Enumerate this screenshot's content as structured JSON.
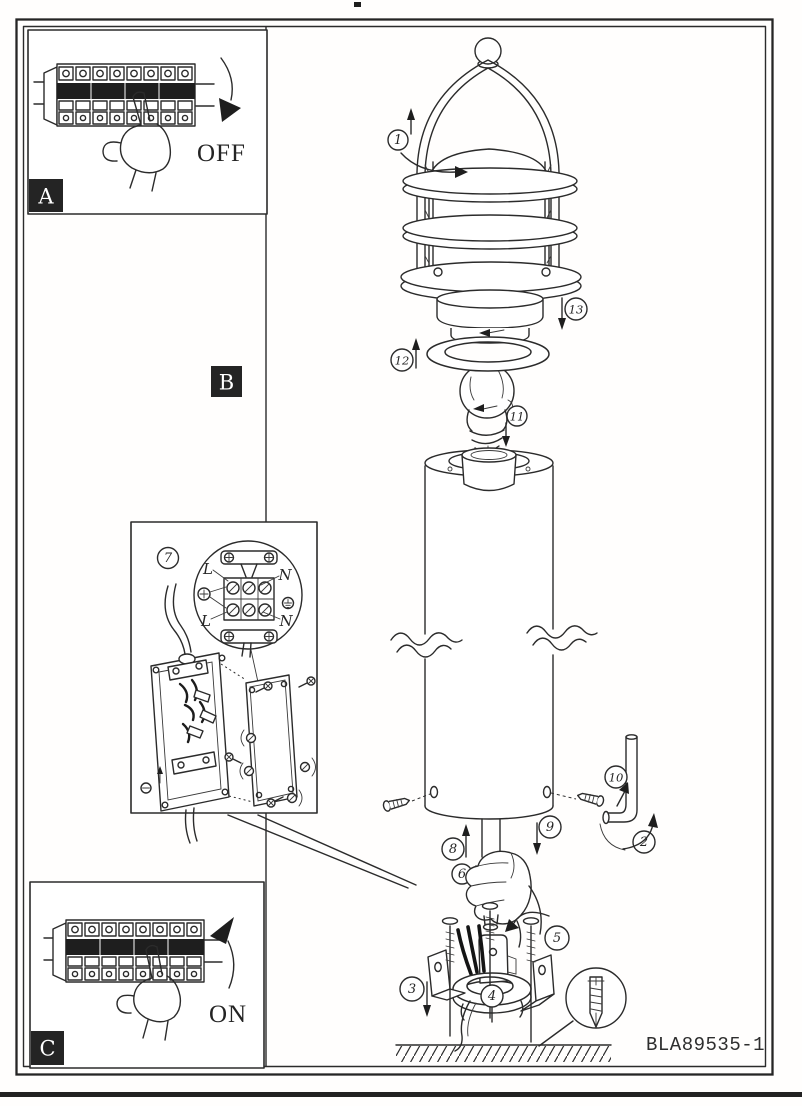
{
  "part_number": "BLA89535-1",
  "panel_a": {
    "label": "A",
    "state_label": "OFF"
  },
  "panel_b": {
    "label": "B"
  },
  "panel_c": {
    "label": "C",
    "state_label": "ON"
  },
  "wiring_inset": {
    "step_label": "7",
    "terminal_labels": {
      "live_top": "L",
      "neutral_top": "N",
      "live_bottom": "L",
      "neutral_bottom": "N"
    }
  },
  "step_markers": {
    "1": "1",
    "2": "2",
    "3": "3",
    "4": "4",
    "5": "5",
    "6": "6",
    "8": "8",
    "9": "9",
    "10": "10",
    "11": "11",
    "12": "12",
    "13": "13"
  },
  "colors": {
    "ink": "#2b2b2b",
    "paper": "#ffffff",
    "badge": "#242424"
  }
}
